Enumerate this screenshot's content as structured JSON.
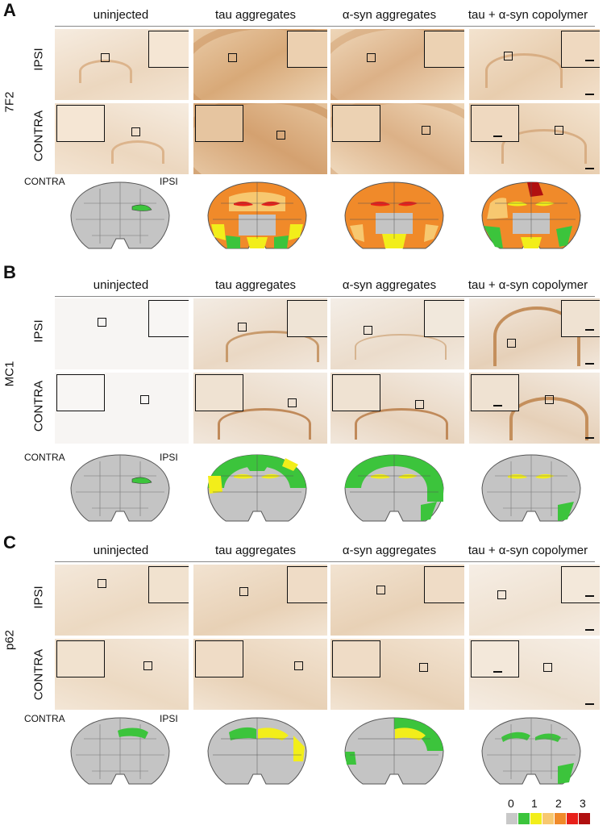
{
  "columns": [
    "uninjected",
    "tau aggregates",
    "α-syn aggregates",
    "tau + α-syn copolymer"
  ],
  "panels": [
    {
      "letter": "A",
      "marker": "7F2",
      "rows": [
        "IPSI",
        "CONTRA"
      ],
      "hemi": {
        "left": "CONTRA",
        "right": "IPSI"
      }
    },
    {
      "letter": "B",
      "marker": "MC1",
      "rows": [
        "IPSI",
        "CONTRA"
      ],
      "hemi": {
        "left": "CONTRA",
        "right": "IPSI"
      }
    },
    {
      "letter": "C",
      "marker": "p62",
      "rows": [
        "IPSI",
        "CONTRA"
      ],
      "hemi": {
        "left": "CONTRA",
        "right": "IPSI"
      }
    }
  ],
  "legend": {
    "labels": [
      "0",
      "1",
      "2",
      "3"
    ],
    "colors": [
      "#c8c8c8",
      "#3cc43c",
      "#f2ee1a",
      "#f7c870",
      "#f08a2a",
      "#e8201a",
      "#b01010"
    ]
  },
  "colors": {
    "tissue_7F2_light": "#f1e2d0",
    "tissue_7F2_dark": "#d9ab7c",
    "tissue_MC1_light": "#f4f2f0",
    "tissue_MC1_dark": "#e9dac8",
    "tissue_p62_light": "#f3e6d6",
    "brain_gray": "#c4c4c4"
  }
}
